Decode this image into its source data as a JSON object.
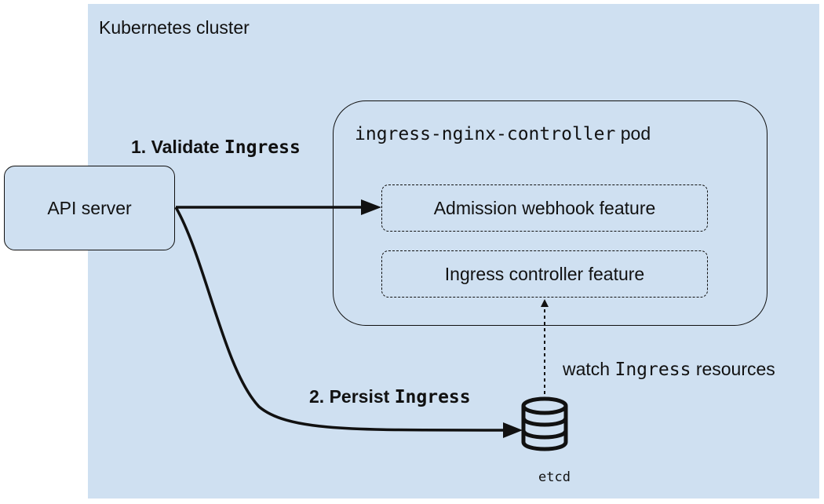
{
  "cluster": {
    "label": "Kubernetes cluster"
  },
  "api_server": {
    "label": "API server"
  },
  "pod": {
    "name": "ingress-nginx-controller",
    "suffix": "pod"
  },
  "features": {
    "admission": "Admission webhook feature",
    "controller": "Ingress controller feature"
  },
  "edges": {
    "validate": {
      "prefix": "1. Validate",
      "object": "Ingress"
    },
    "persist": {
      "prefix": "2. Persist",
      "object": "Ingress"
    },
    "watch": {
      "prefix": "watch",
      "object": "Ingress",
      "suffix": "resources"
    }
  },
  "etcd": {
    "label": "etcd",
    "icon": "database-icon"
  },
  "colors": {
    "cluster_fill": "#cfe0f1",
    "stroke": "#111111"
  }
}
